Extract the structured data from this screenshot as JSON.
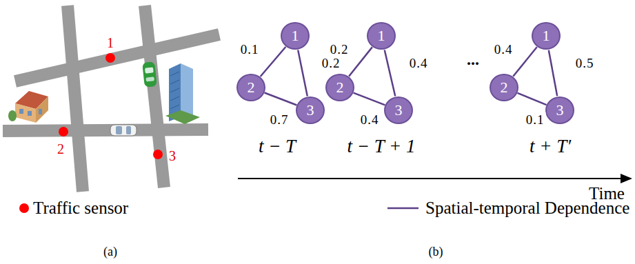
{
  "diagram": {
    "nodes": [
      {
        "text": [
          "1"
        ]
      },
      {
        "text": [
          "2"
        ]
      },
      {
        "text": [
          "3"
        ]
      },
      {
        "text": [
          "1"
        ]
      },
      {
        "text": [
          "2"
        ]
      },
      {
        "text": [
          "3"
        ]
      },
      {
        "text": [
          "1"
        ]
      },
      {
        "text": [
          "2"
        ]
      },
      {
        "text": [
          "3"
        ]
      }
    ],
    "edges": [
      {
        "from": 0,
        "to": 1,
        "label": "0.1",
        "arrow": "none"
      },
      {
        "from": 0,
        "to": 2,
        "label": "0.2",
        "arrow": "none"
      },
      {
        "from": 1,
        "to": 2,
        "label": "0.7",
        "arrow": "none"
      },
      {
        "from": 3,
        "to": 4,
        "label": "0.2",
        "arrow": "none"
      },
      {
        "from": 3,
        "to": 5,
        "label": "0.4",
        "arrow": "none"
      },
      {
        "from": 4,
        "to": 5,
        "label": "0.4",
        "arrow": "none"
      },
      {
        "from": 6,
        "to": 7,
        "label": "0.4",
        "arrow": "none"
      },
      {
        "from": 6,
        "to": 8,
        "label": "0.5",
        "arrow": "none"
      },
      {
        "from": 7,
        "to": 8,
        "label": "0.1",
        "arrow": "none"
      }
    ],
    "labels": [
      "1",
      "2",
      "3",
      "...",
      "t − T",
      "t − T + 1",
      "t + T′",
      "Time",
      "(a)",
      "(b)"
    ],
    "legend": [
      {
        "text": "Traffic sensor",
        "color": "#ff0000"
      },
      {
        "text": "Spatial-temporal Dependence"
      }
    ]
  }
}
